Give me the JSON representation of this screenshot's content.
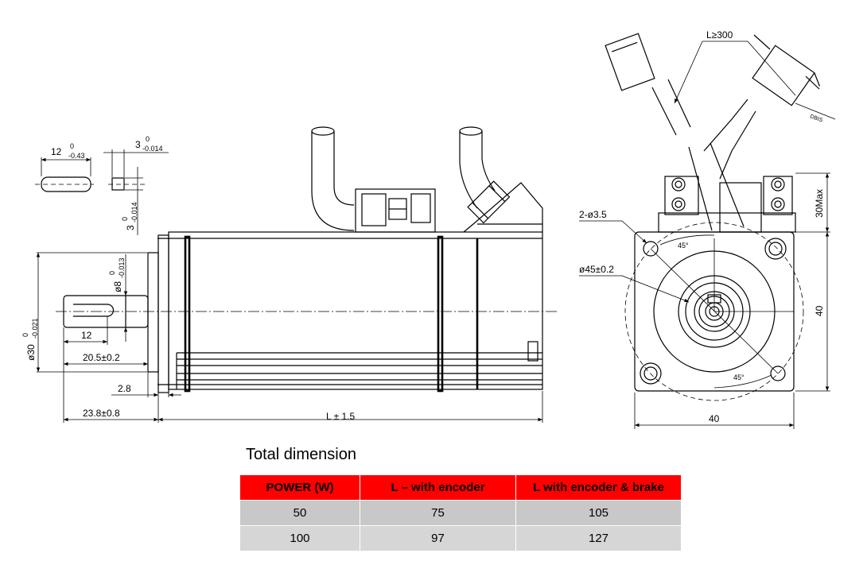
{
  "drawing": {
    "key_dims": {
      "key_length": "12",
      "key_length_tol_upper": "0",
      "key_length_tol_lower": "-0.43",
      "key_width": "3",
      "key_width_tol_upper": "0",
      "key_width_tol_lower": "-0.014",
      "key_height": "3",
      "key_height_tol_upper": "0",
      "key_height_tol_lower": "-0.014"
    },
    "side_view": {
      "shaft_diameter": "ø8",
      "shaft_diameter_tol_upper": "0",
      "shaft_diameter_tol_lower": "-0.013",
      "spigot_diameter": "ø30",
      "spigot_diameter_tol_upper": "0",
      "spigot_diameter_tol_lower": "-0.021",
      "keyway_length": "12",
      "shaft_length": "20.5±0.2",
      "flange_thickness": "2.8",
      "shaft_total": "23.8±0.8",
      "body_length": "L ± 1.5"
    },
    "front_view": {
      "cable_length": "L≥300",
      "cable_note": "DBIS",
      "mount_holes": "2-ø3.5",
      "pcd": "ø45±0.2",
      "angle_top": "45°",
      "angle_bottom": "45°",
      "connector_max": "30Max",
      "height": "40",
      "width": "40"
    }
  },
  "table": {
    "title": "Total dimension",
    "headers": [
      "POWER (W)",
      "L – with encoder",
      "L with encoder & brake"
    ],
    "rows": [
      [
        "50",
        "75",
        "105"
      ],
      [
        "100",
        "97",
        "127"
      ]
    ],
    "header_color": "#ff0000",
    "row_color": "#c8c8c8"
  }
}
